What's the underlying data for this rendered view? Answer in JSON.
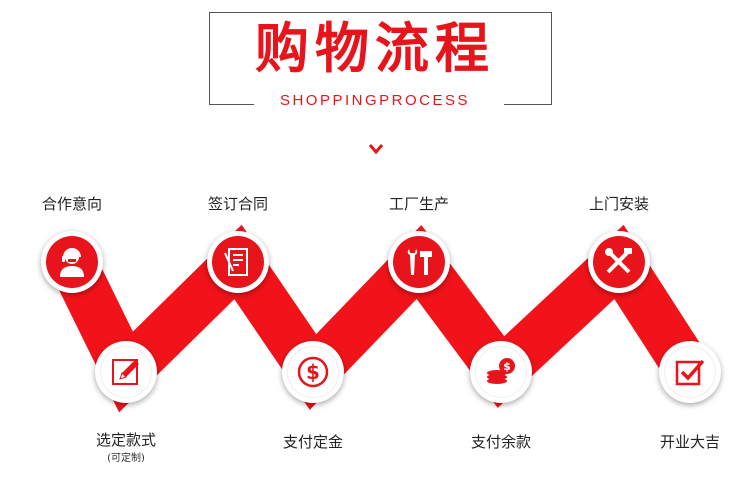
{
  "header": {
    "title": "购物流程",
    "subtitle": "SHOPPINGPROCESS"
  },
  "colors": {
    "accent": "#e8141b"
  },
  "steps": [
    {
      "label": "合作意向",
      "icon": "customer-service-icon"
    },
    {
      "label": "选定款式",
      "note": "(可定制)",
      "icon": "design-pencil-icon"
    },
    {
      "label": "签订合同",
      "icon": "contract-document-icon"
    },
    {
      "label": "支付定金",
      "icon": "dollar-coin-icon"
    },
    {
      "label": "工厂生产",
      "icon": "wrench-hammer-icon"
    },
    {
      "label": "支付余款",
      "icon": "coin-stack-icon"
    },
    {
      "label": "上门安装",
      "icon": "crossed-tools-icon"
    },
    {
      "label": "开业大吉",
      "icon": "checkbox-icon"
    }
  ]
}
